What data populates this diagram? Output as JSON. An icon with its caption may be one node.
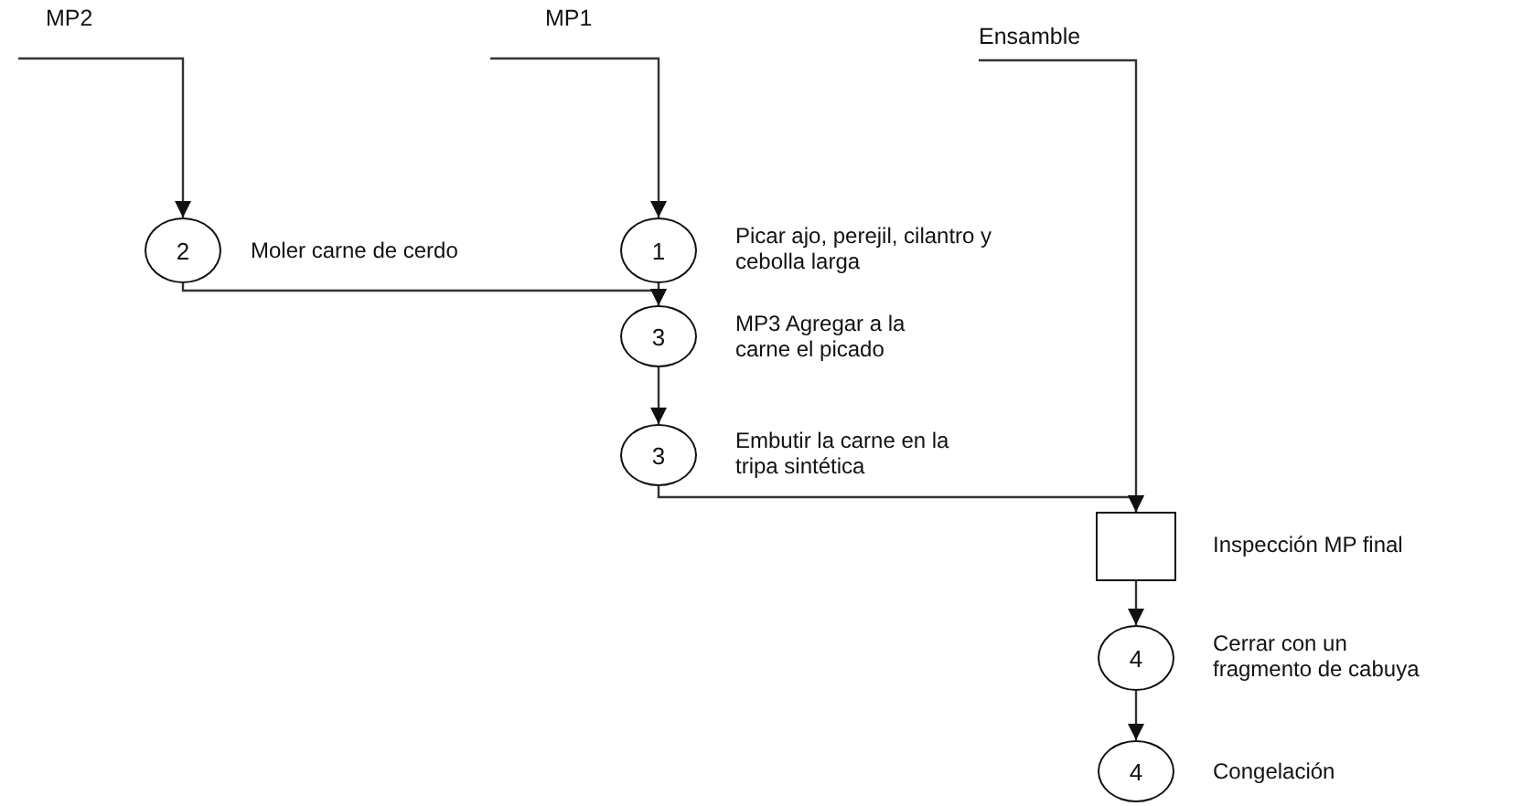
{
  "diagram": {
    "nodes": [
      {
        "text": [
          "MP2"
        ]
      },
      {
        "text": [
          "MP1"
        ]
      },
      {
        "text": [
          "Ensamble"
        ]
      },
      {
        "text": [
          "2"
        ],
        "beside": [
          "Moler carne de cerdo"
        ]
      },
      {
        "text": [
          "1"
        ],
        "beside": [
          "Picar ajo, perejil, cilantro y cebolla larga"
        ]
      },
      {
        "text": [
          "3"
        ],
        "beside": [
          "MP3 Agregar a la carne el picado"
        ]
      },
      {
        "text": [
          "3"
        ],
        "beside": [
          "Embutir la carne en la tripa sintética"
        ]
      },
      {
        "text": [],
        "shape": "box",
        "beside": [
          "Inspección MP final"
        ]
      },
      {
        "text": [
          "4"
        ],
        "beside": [
          "Cerrar con un fragmento de cabuya"
        ]
      },
      {
        "text": [
          "4"
        ],
        "beside": [
          "Congelación"
        ]
      }
    ],
    "edges": [
      {
        "from": 0,
        "to": 3,
        "arrow": "to"
      },
      {
        "from": 1,
        "to": 4,
        "arrow": "to"
      },
      {
        "from": 3,
        "to": 5,
        "arrow": "to"
      },
      {
        "from": 4,
        "to": 5,
        "arrow": "to"
      },
      {
        "from": 5,
        "to": 6,
        "arrow": "to"
      },
      {
        "from": 6,
        "to": 7,
        "arrow": "to"
      },
      {
        "from": 2,
        "to": 7,
        "arrow": "to"
      },
      {
        "from": 7,
        "to": 8,
        "arrow": "to"
      },
      {
        "from": 8,
        "to": 9,
        "arrow": "to"
      }
    ]
  }
}
